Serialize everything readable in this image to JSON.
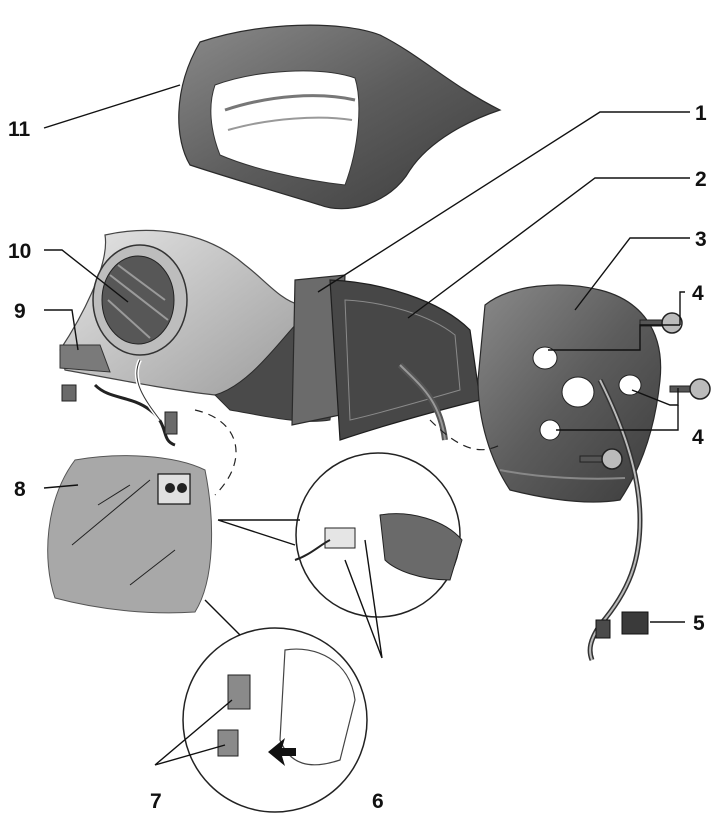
{
  "callouts": [
    {
      "id": "1",
      "text": "1"
    },
    {
      "id": "2",
      "text": "2"
    },
    {
      "id": "3",
      "text": "3"
    },
    {
      "id": "4a",
      "text": "4"
    },
    {
      "id": "4b",
      "text": "4"
    },
    {
      "id": "5",
      "text": "5"
    },
    {
      "id": "6",
      "text": "6"
    },
    {
      "id": "7",
      "text": "7"
    },
    {
      "id": "8",
      "text": "8"
    },
    {
      "id": "9",
      "text": "9"
    },
    {
      "id": "10",
      "text": "10"
    },
    {
      "id": "11",
      "text": "11"
    }
  ],
  "colors": {
    "housing": "#5a5a5a",
    "glass": "#a8a8a8",
    "line": "#111111"
  }
}
